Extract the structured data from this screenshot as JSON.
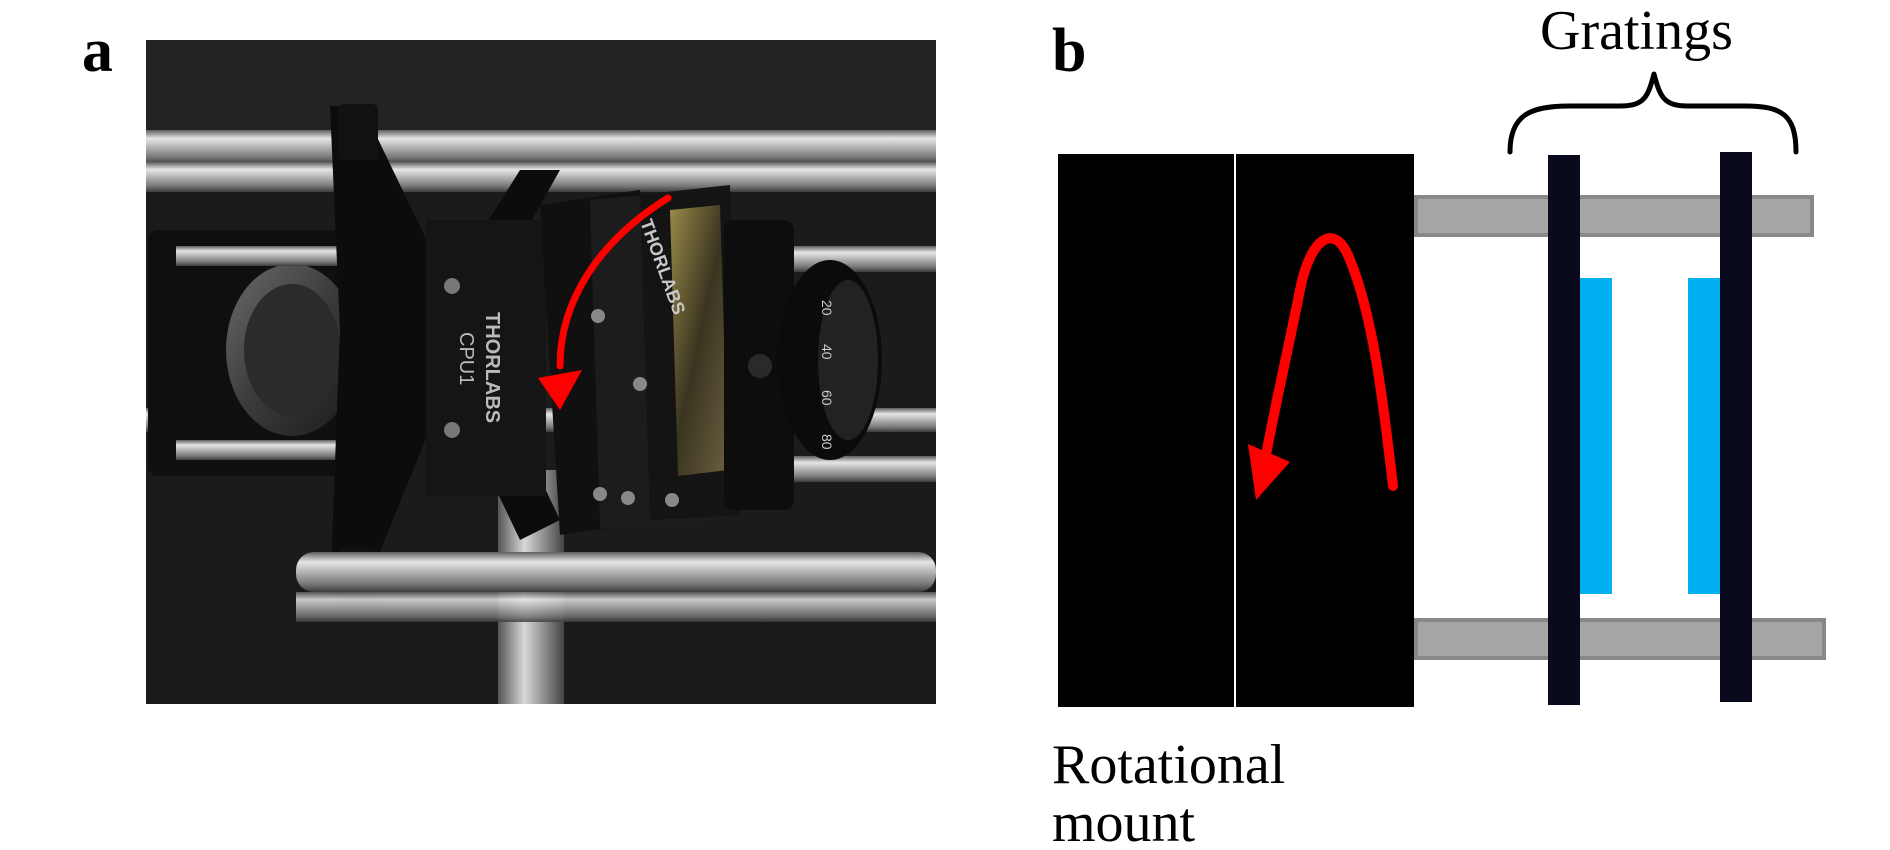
{
  "panels": {
    "a": {
      "label": "a"
    },
    "b": {
      "label": "b"
    }
  },
  "photo": {
    "brand_text_1": "THORLABS",
    "part_text": "CPU1",
    "brand_text_2": "THORLABS",
    "dial_ticks": [
      "20",
      "40",
      "60",
      "80"
    ]
  },
  "diagram": {
    "gratings_label": "Gratings",
    "rotational_label_line1": "Rotational",
    "rotational_label_line2": "mount"
  },
  "colors": {
    "arrow": "#ff0000",
    "grating_frame": "#0a0a1e",
    "grating_element": "#00b0f0",
    "rod": "#a6a6a6",
    "mount": "#000000"
  }
}
